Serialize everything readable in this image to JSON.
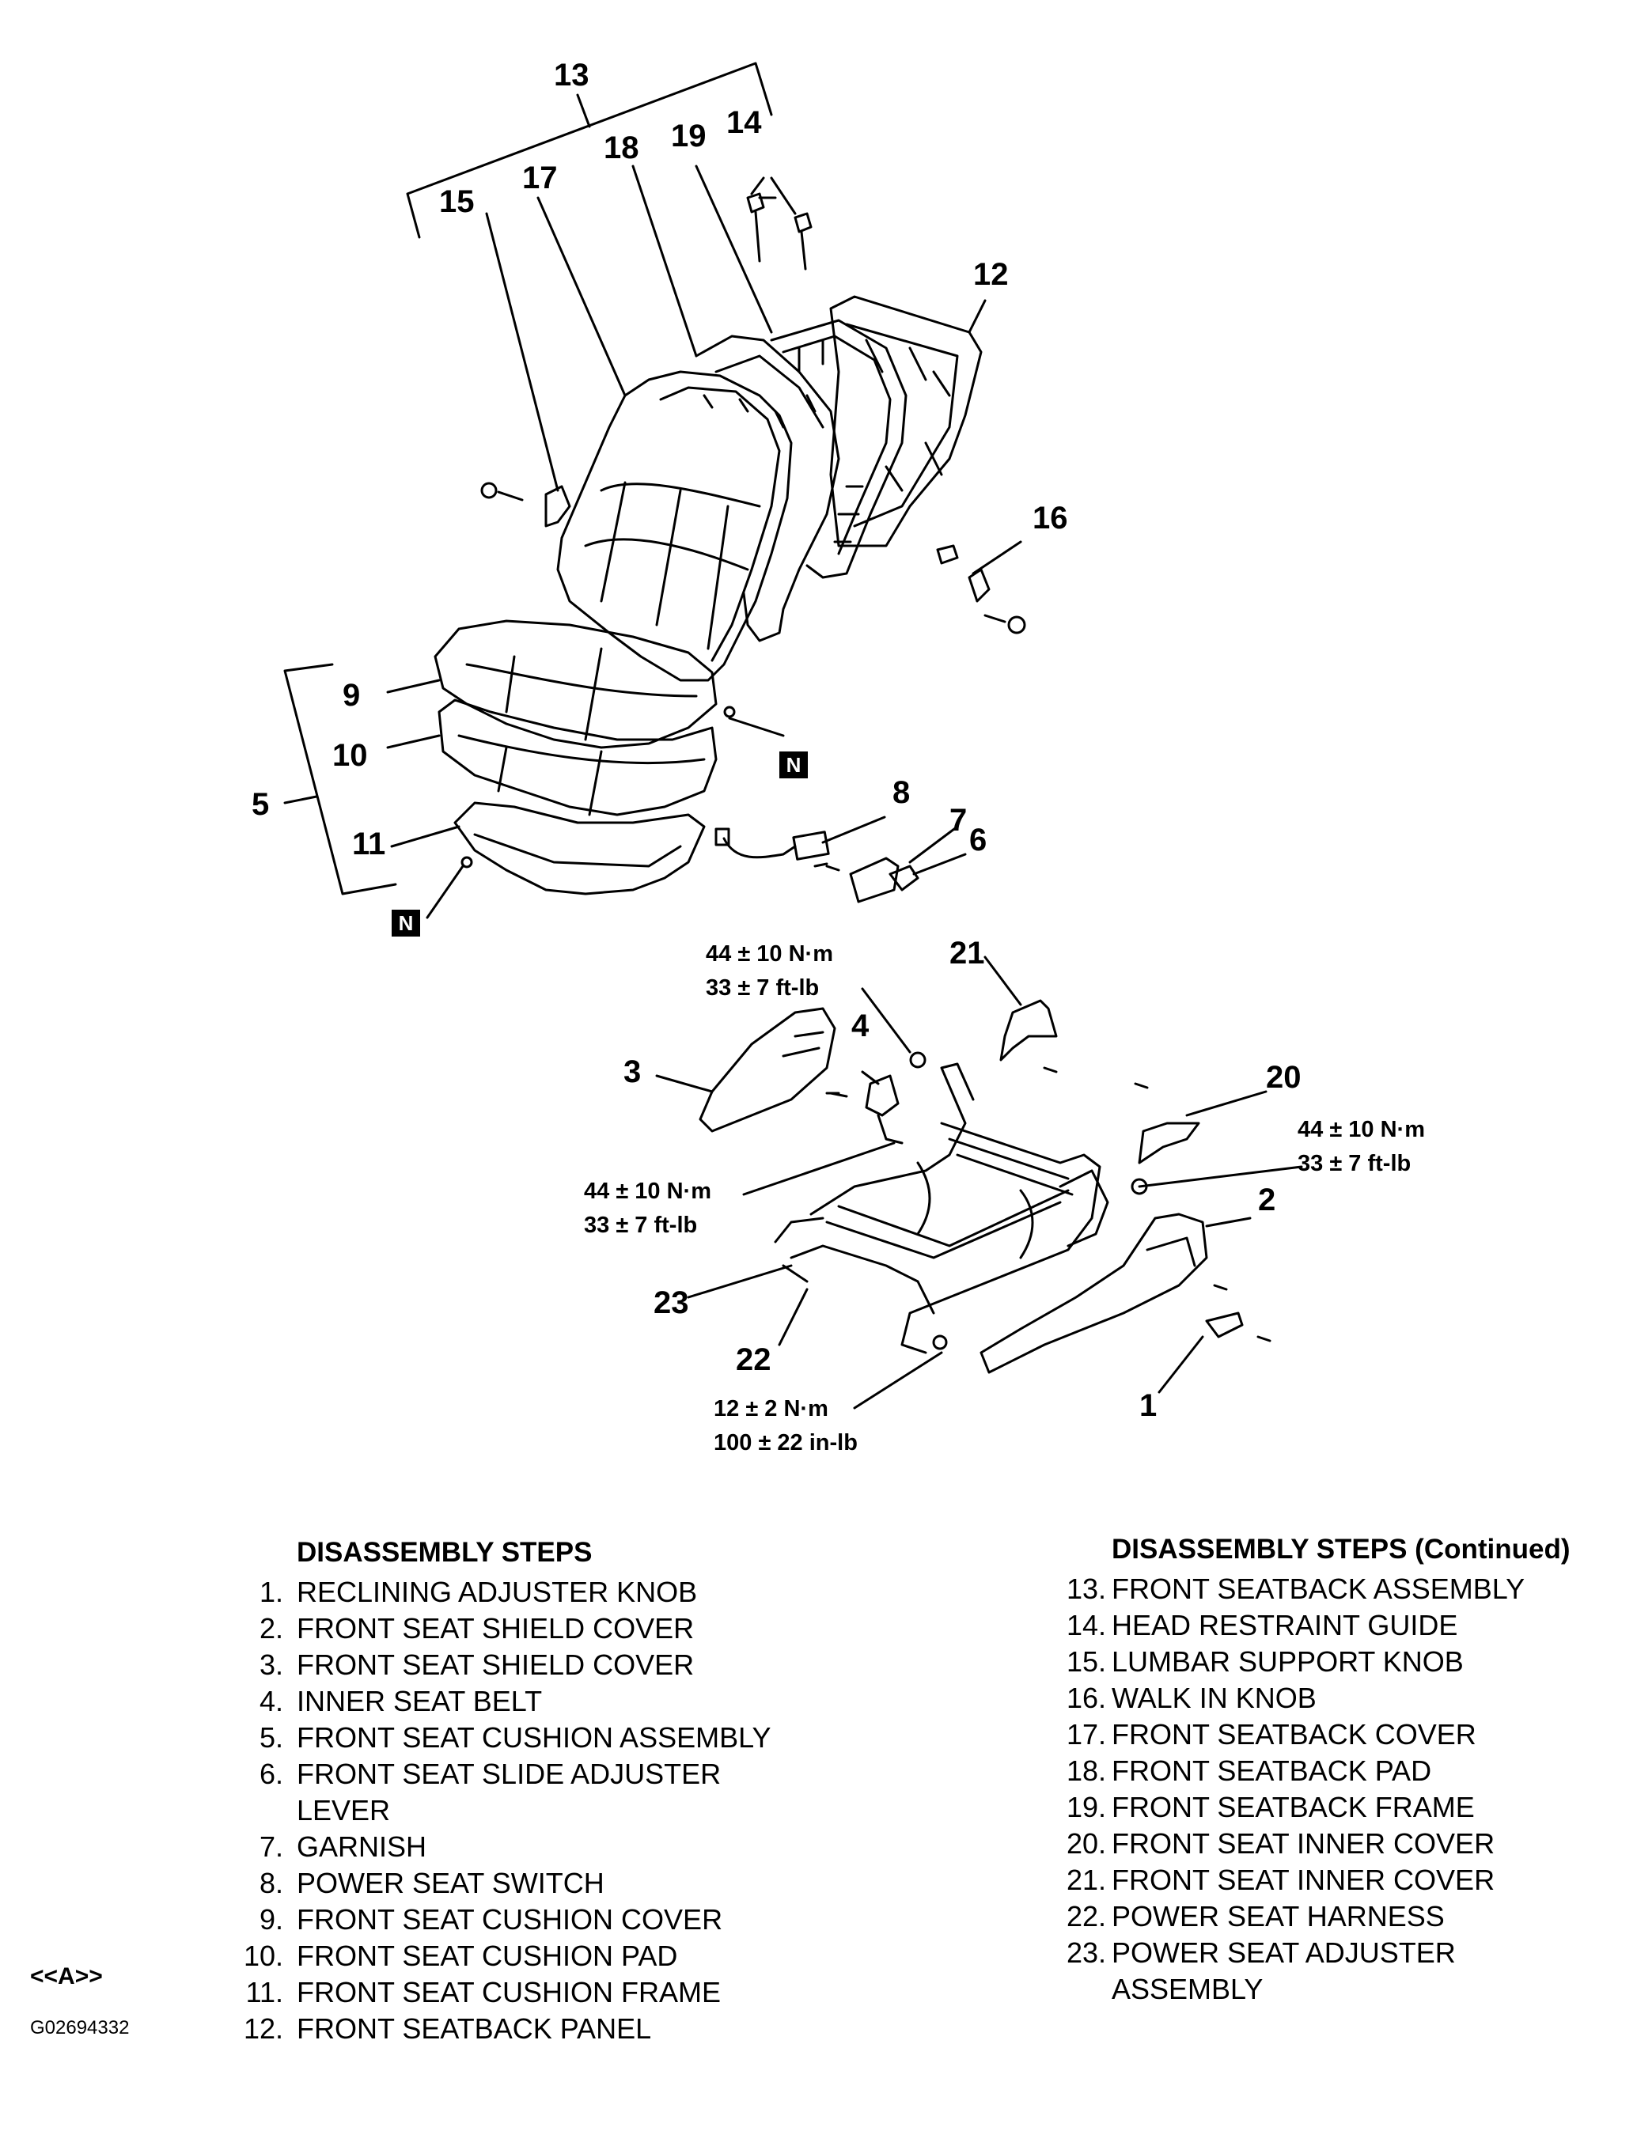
{
  "callouts": {
    "c1": "1",
    "c2": "2",
    "c3": "3",
    "c4": "4",
    "c5": "5",
    "c6": "6",
    "c7": "7",
    "c8": "8",
    "c9": "9",
    "c10": "10",
    "c11": "11",
    "c12": "12",
    "c13": "13",
    "c14": "14",
    "c15": "15",
    "c16": "16",
    "c17": "17",
    "c18": "18",
    "c19": "19",
    "c20": "20",
    "c21": "21",
    "c22": "22",
    "c23": "23"
  },
  "new_part_marker": "N",
  "torque_specs": {
    "a_nm": "44 ± 10 N·m",
    "a_ft": "33 ± 7 ft-lb",
    "b_nm": "44 ± 10 N·m",
    "b_ft": "33 ± 7 ft-lb",
    "c_nm": "44 ± 10 N·m",
    "c_ft": "33 ± 7 ft-lb",
    "d_nm": "12 ± 2 N·m",
    "d_in": "100 ± 22 in-lb"
  },
  "steps_left": {
    "heading": "DISASSEMBLY STEPS",
    "items": [
      {
        "num": "1.",
        "text": "RECLINING ADJUSTER KNOB"
      },
      {
        "num": "2.",
        "text": "FRONT SEAT SHIELD COVER"
      },
      {
        "num": "3.",
        "text": "FRONT SEAT SHIELD COVER"
      },
      {
        "num": "4.",
        "text": "INNER SEAT BELT"
      },
      {
        "num": "5.",
        "text": "FRONT SEAT CUSHION ASSEMBLY"
      },
      {
        "num": "6.",
        "text": "FRONT SEAT SLIDE ADJUSTER"
      },
      {
        "num": "",
        "text": "LEVER"
      },
      {
        "num": "7.",
        "text": "GARNISH"
      },
      {
        "num": "8.",
        "text": "POWER SEAT SWITCH"
      },
      {
        "num": "9.",
        "text": "FRONT SEAT CUSHION COVER"
      },
      {
        "num": "10.",
        "text": "FRONT SEAT CUSHION PAD"
      },
      {
        "num": "11.",
        "text": "FRONT SEAT CUSHION FRAME"
      },
      {
        "num": "12.",
        "text": "FRONT SEATBACK PANEL"
      }
    ]
  },
  "steps_right": {
    "heading": "DISASSEMBLY STEPS (Continued)",
    "items": [
      {
        "num": "13.",
        "text": "FRONT SEATBACK ASSEMBLY"
      },
      {
        "num": "14.",
        "text": "HEAD RESTRAINT GUIDE"
      },
      {
        "num": "15.",
        "text": "LUMBAR SUPPORT KNOB"
      },
      {
        "num": "16.",
        "text": "WALK IN KNOB"
      },
      {
        "num": "17.",
        "text": "FRONT SEATBACK COVER"
      },
      {
        "num": "18.",
        "text": "FRONT SEATBACK PAD"
      },
      {
        "num": "19.",
        "text": "FRONT SEATBACK FRAME"
      },
      {
        "num": "20.",
        "text": "FRONT SEAT INNER COVER"
      },
      {
        "num": "21.",
        "text": "FRONT SEAT INNER COVER"
      },
      {
        "num": "22.",
        "text": "POWER SEAT HARNESS"
      },
      {
        "num": "23.",
        "text": "POWER SEAT ADJUSTER"
      },
      {
        "num": "",
        "text": "ASSEMBLY"
      }
    ]
  },
  "reference_label": "<<A>>",
  "figure_id": "G02694332"
}
